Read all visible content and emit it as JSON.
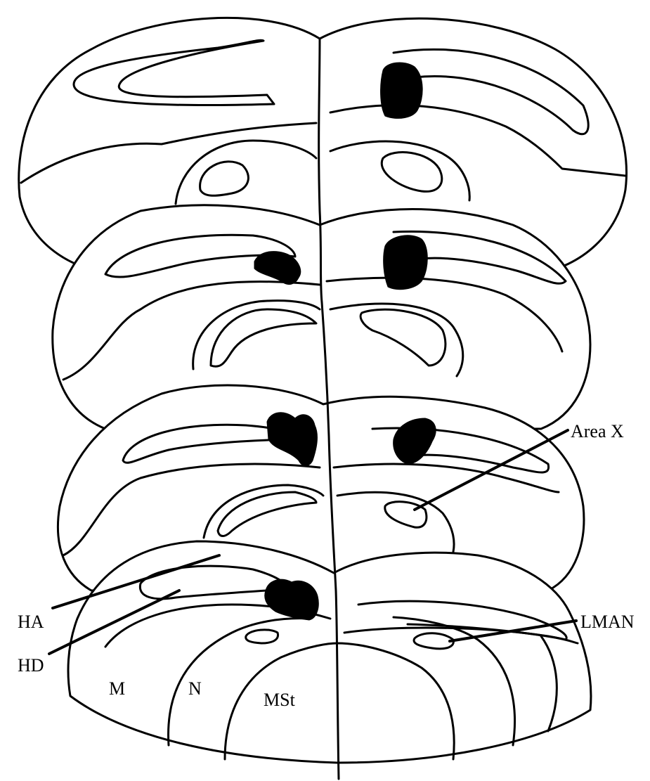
{
  "labels": {
    "area_x": "Area X",
    "ha": "HA",
    "hd": "HD",
    "lman": "LMAN",
    "m": "M",
    "n": "N",
    "mst": "MSt"
  },
  "colors": {
    "line": "#000000",
    "background": "#ffffff",
    "lesion": "#000000"
  }
}
